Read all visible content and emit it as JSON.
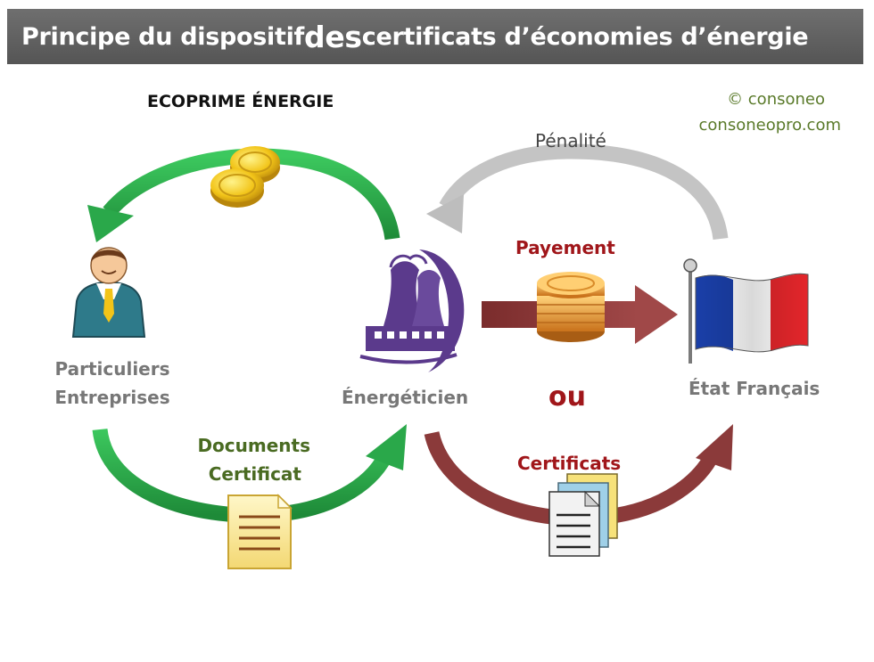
{
  "header": {
    "title_start": "Principe du dispositif ",
    "title_big": "des",
    "title_end": " certificats d’économies d’énergie"
  },
  "credits": {
    "line1": "© consoneo",
    "line2": "consoneopro.com"
  },
  "labels": {
    "ecoprime": "ECOPRIME ÉNERGIE",
    "penalite": "Pénalité",
    "payement": "Payement",
    "ou": "ou",
    "certificats": "Certificats",
    "documents": "Documents",
    "certificat": "Certificat"
  },
  "nodes": {
    "particuliers": {
      "line1": "Particuliers",
      "line2": "Entreprises"
    },
    "energeticien": {
      "label": "Énergéticien"
    },
    "etat": {
      "label": "État Français"
    }
  },
  "colors": {
    "green_arrow": "#2aa84a",
    "gray_arrow": "#bdbdbd",
    "red_arrow": "#8b3a3a",
    "purple": "#5b3a8c",
    "red_text": "#a0161a",
    "green_text": "#4a6b22",
    "flag_blue": "#1a3fa8",
    "flag_red": "#e3262b"
  },
  "icons": [
    "person-icon",
    "power-plant-icon",
    "french-flag-icon",
    "coins-icon",
    "document-icon",
    "certificates-stack-icon"
  ]
}
